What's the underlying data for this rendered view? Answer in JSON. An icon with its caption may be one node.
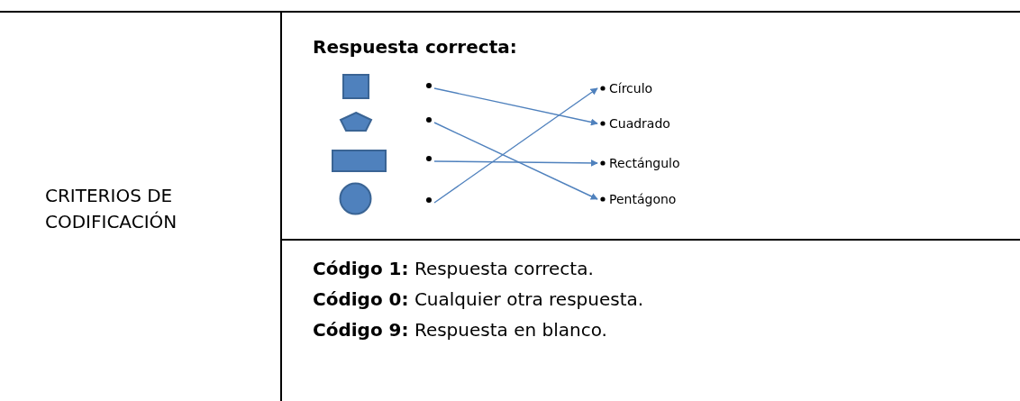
{
  "diagram": {
    "nodes": [
      {
        "text": [],
        "shape": "circle"
      },
      {
        "text": [],
        "shape": "circle"
      },
      {
        "text": [],
        "shape": "circle"
      },
      {
        "text": [],
        "shape": "circle"
      },
      {
        "text": [
          "Círculo"
        ]
      },
      {
        "text": [
          "Cuadrado"
        ]
      },
      {
        "text": [
          "Rectángulo"
        ]
      },
      {
        "text": [
          "Pentágono"
        ]
      }
    ],
    "edges": [
      {
        "from": 0,
        "to": 5,
        "arrow": "to"
      },
      {
        "from": 1,
        "to": 7,
        "arrow": "to"
      },
      {
        "from": 2,
        "to": 6,
        "arrow": "to"
      },
      {
        "from": 3,
        "to": 4,
        "arrow": "to"
      }
    ],
    "labels": [
      "CRITERIOS DE CODIFICACIÓN",
      "Respuesta correcta:",
      "**Código 1:** Respuesta correcta.",
      "**Código 0:** Cualquier otra respuesta.",
      "**Código 9:** Respuesta en blanco."
    ]
  }
}
